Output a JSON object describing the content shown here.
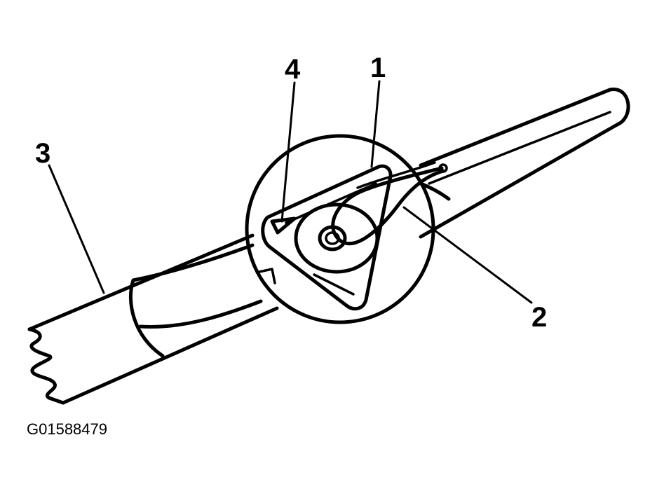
{
  "callouts": [
    {
      "id": "callout-1",
      "label": "1"
    },
    {
      "id": "callout-2",
      "label": "2"
    },
    {
      "id": "callout-3",
      "label": "3"
    },
    {
      "id": "callout-4",
      "label": "4"
    }
  ],
  "figure_id": "G01588479",
  "colors": {
    "ink": "#000000",
    "background": "#ffffff"
  }
}
